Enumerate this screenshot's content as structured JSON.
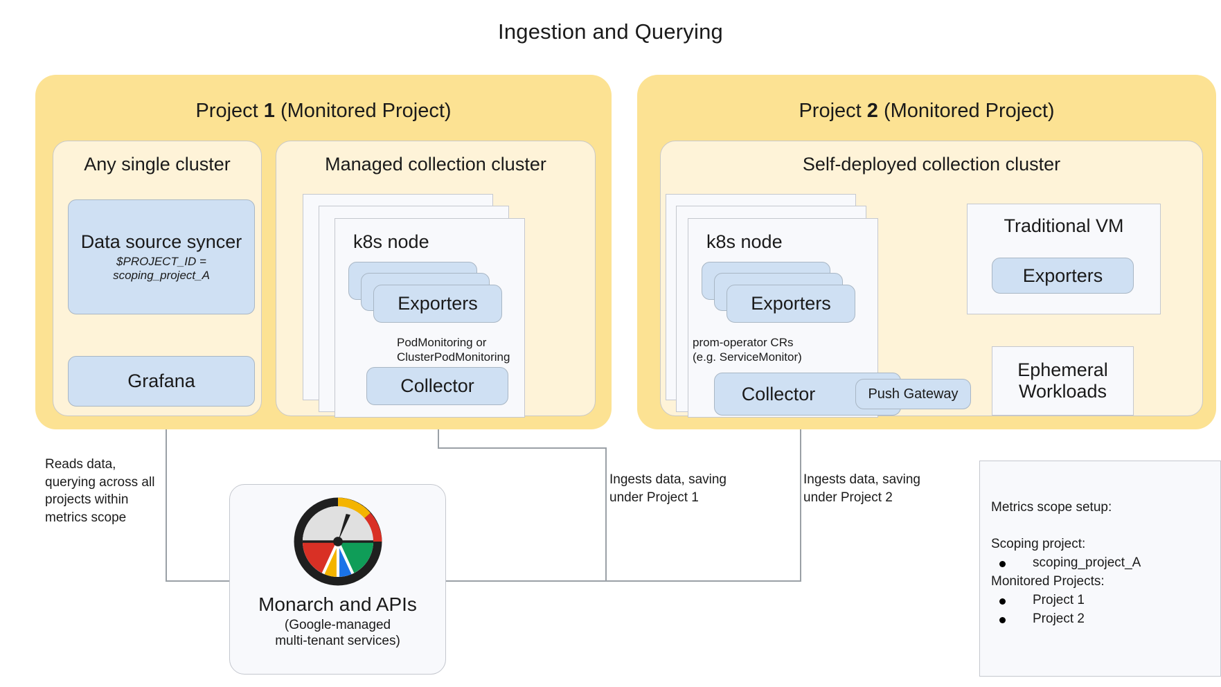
{
  "title": "Ingestion and Querying",
  "projects": [
    {
      "label_prefix": "Project ",
      "label_number": "1",
      "label_suffix": " (Monitored Project)"
    },
    {
      "label_prefix": "Project ",
      "label_number": "2",
      "label_suffix": " (Monitored Project)"
    }
  ],
  "clusters": {
    "any_single": "Any single cluster",
    "managed": "Managed collection cluster",
    "self_deployed": "Self-deployed collection cluster"
  },
  "nodes": {
    "data_source_syncer": {
      "title": "Data source syncer",
      "subtitle_line1": "$PROJECT_ID =",
      "subtitle_line2": "scoping_project_A"
    },
    "grafana": "Grafana",
    "k8s_node": "k8s node",
    "exporters": "Exporters",
    "collector": "Collector",
    "push_gateway": "Push Gateway",
    "traditional_vm": "Traditional VM",
    "ephemeral_workloads_line1": "Ephemeral",
    "ephemeral_workloads_line2": "Workloads"
  },
  "edge_labels": {
    "pod_monitoring_line1": "PodMonitoring or",
    "pod_monitoring_line2": "ClusterPodMonitoring",
    "prom_operator_line1": "prom-operator CRs",
    "prom_operator_line2": "(e.g. ServiceMonitor)",
    "reads_data": "Reads data, querying across all projects within metrics scope",
    "ingests_project1": "Ingests data, saving under Project 1",
    "ingests_project2": "Ingests data, saving under Project 2"
  },
  "monarch": {
    "title": "Monarch and APIs",
    "subtitle_line1": "(Google-managed",
    "subtitle_line2": "multi-tenant services)",
    "icon": "monarch-gauge-icon"
  },
  "legend": {
    "heading": "Metrics scope setup:",
    "scoping_heading": "Scoping project:",
    "scoping_items": [
      "scoping_project_A"
    ],
    "monitored_heading": "Monitored Projects:",
    "monitored_items": [
      "Project 1",
      "Project 2"
    ]
  },
  "colors": {
    "project_fill": "#FCE293",
    "cluster_fill": "#FEF3D8",
    "node_fill": "#CFE0F3",
    "card_fill": "#F8F9FC",
    "line": "#9aa0a6",
    "gauge_red": "#D93025",
    "gauge_yellow": "#F4B400",
    "gauge_green": "#0F9D58",
    "gauge_blue": "#1A73E8",
    "gauge_ring": "#1f1f1f",
    "gauge_dial": "#E0E0E0"
  }
}
